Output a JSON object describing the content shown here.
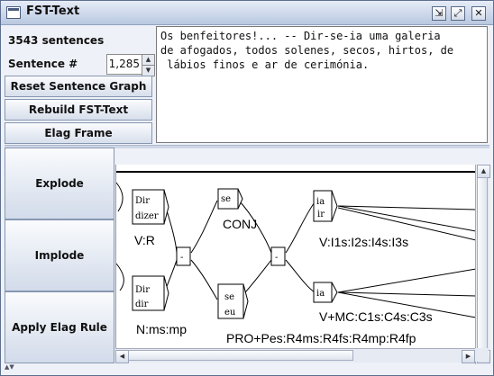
{
  "window": {
    "title": "FST-Text"
  },
  "title_buttons": [
    {
      "icon": "restore-icon",
      "glyph": "⇲"
    },
    {
      "icon": "maximize-icon",
      "glyph": "⤢"
    },
    {
      "icon": "close-icon",
      "glyph": "✕"
    }
  ],
  "controls": {
    "sentence_count": "3543 sentences",
    "sentence_label": "Sentence #",
    "sentence_value": "1,285",
    "reset_button": "Reset Sentence Graph",
    "rebuild_button": "Rebuild FST-Text",
    "elag_frame_button": "Elag Frame"
  },
  "text_area": {
    "content": "Os benfeitores!... -- Dir-se-ia uma galeria\nde afogados, todos solenes, secos, hirtos, de\n lábios finos e ar de cerimónia."
  },
  "side_buttons": {
    "explode": "Explode",
    "implode": "Implode",
    "apply_elag": "Apply Elag Rule"
  },
  "graph": {
    "boxes": [
      {
        "id": "dir1",
        "top": "Dir",
        "bottom": "dizer"
      },
      {
        "id": "dir2",
        "top": "Dir",
        "bottom": "dir"
      },
      {
        "id": "se1",
        "top": "se",
        "bottom": ""
      },
      {
        "id": "se2",
        "top": "se",
        "bottom": "eu"
      },
      {
        "id": "ia1",
        "top": "ia",
        "bottom": "ir"
      },
      {
        "id": "ia2",
        "top": "ia",
        "bottom": ""
      },
      {
        "id": "dash1",
        "top": "-",
        "bottom": ""
      },
      {
        "id": "dash2",
        "top": "-",
        "bottom": ""
      }
    ],
    "tags": {
      "vr": "V:R",
      "nmsmp": "N:ms:mp",
      "conj": "CONJ",
      "pro": "PRO+Pes:R4ms:R4fs:R4mp:R4fp",
      "vi": "V:I1s:I2s:I4s:I3s",
      "vmc": "V+MC:C1s:C4s:C3s"
    }
  },
  "scroll": {
    "up": "▲",
    "down": "▼",
    "left": "◀",
    "right": "▶"
  },
  "bottom_arrows": "▲▼"
}
